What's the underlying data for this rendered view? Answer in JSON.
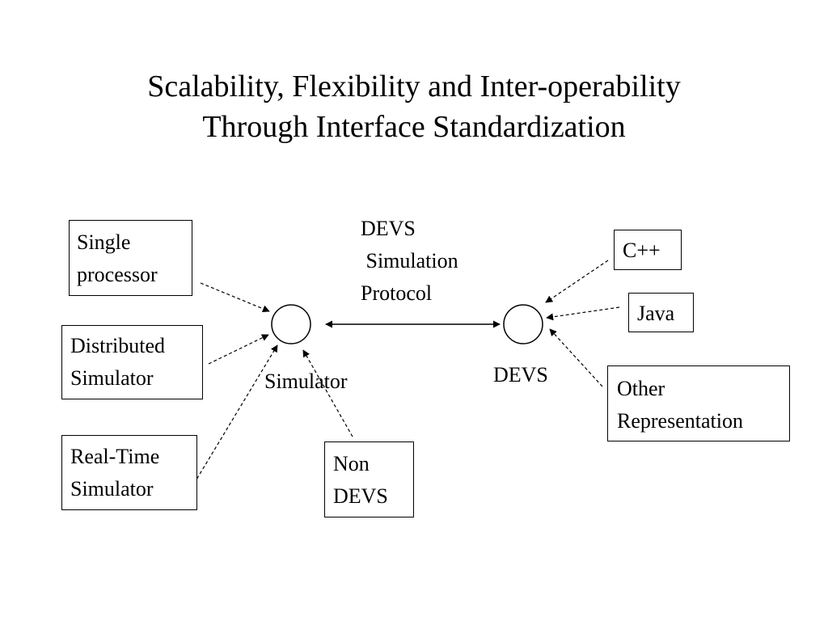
{
  "title": {
    "line1": "Scalability, Flexibility and Inter-operability",
    "line2": "Through Interface Standardization"
  },
  "left_boxes": [
    {
      "lines": [
        "Single",
        "processor"
      ]
    },
    {
      "lines": [
        "Distributed",
        "Simulator"
      ]
    },
    {
      "lines": [
        "Real-Time",
        "Simulator"
      ]
    }
  ],
  "bottom_box": {
    "lines": [
      "Non",
      "DEVS"
    ]
  },
  "right_boxes": [
    {
      "lines": [
        "C++"
      ]
    },
    {
      "lines": [
        "Java"
      ]
    },
    {
      "lines": [
        "Other",
        "Representation"
      ]
    }
  ],
  "protocol_label": {
    "lines": [
      "DEVS",
      " Simulation",
      "Protocol"
    ]
  },
  "simulator_label": "Simulator",
  "devs_label": "DEVS",
  "colors": {
    "line": "#000000",
    "background": "#ffffff"
  }
}
